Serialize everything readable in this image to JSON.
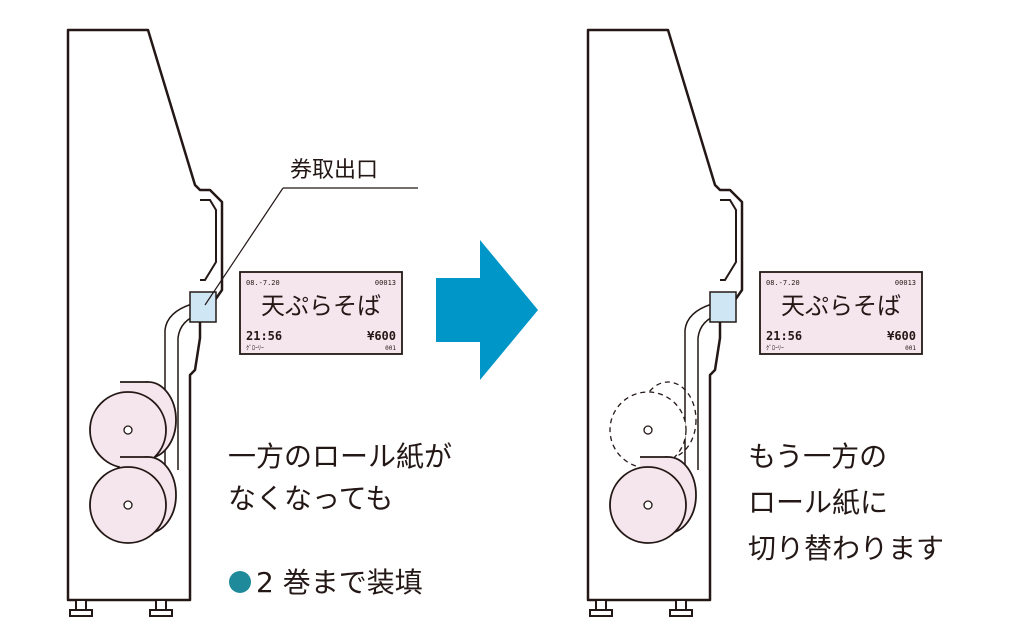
{
  "left_panel": {
    "callout_label": "券取出口",
    "caption_lines": [
      "一方のロール紙が",
      "なくなっても"
    ],
    "bullet_note": "2 巻まで装填"
  },
  "right_panel": {
    "caption_lines": [
      "もう一方の",
      "ロール紙に",
      "切り替わります"
    ]
  },
  "ticket": {
    "date": "08.-7.20",
    "serial": "00013",
    "item": "天ぷらそば",
    "time": "21:56",
    "price": "¥600",
    "small_left": "ｸﾞﾛｰﾘｰ",
    "small_right": "001"
  },
  "colors": {
    "outline": "#231815",
    "roll_fill": "#f5e6ee",
    "ticket_fill": "#f5e6ee",
    "exit_slot": "#cfe6f5",
    "arrow": "#0096c8",
    "bullet": "#1f8a9a"
  }
}
